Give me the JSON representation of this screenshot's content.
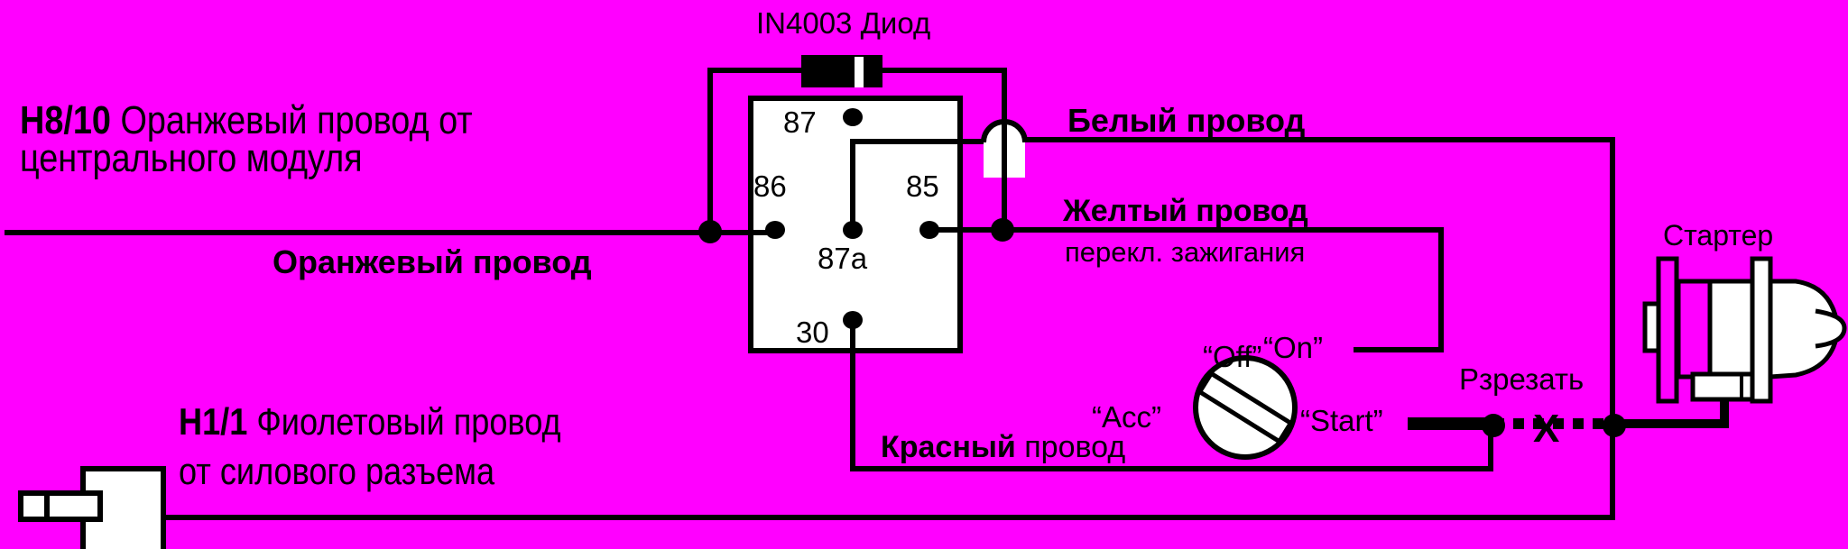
{
  "colors": {
    "background": "#ff00ff",
    "ink": "#000000",
    "component_fill": "#ffffff"
  },
  "labels": {
    "diode": "IN4003 Диод",
    "orange_wire_source_code": "H8/10",
    "orange_wire_source_line1": "Оранжевый провод от",
    "orange_wire_source_line2": "центрального модуля",
    "orange_wire": "Оранжевый провод",
    "white_wire": "Белый провод",
    "yellow_wire": "Желтый провод",
    "yellow_wire_sub": "перекл. зажигания",
    "starter": "Стартер",
    "cut": "Рзрезать",
    "cut_mark": "X",
    "red_wire_bold": "Красный",
    "red_wire_rest": "провод",
    "violet_wire_code": "H1/1",
    "violet_wire_line1": "Фиолетовый провод",
    "violet_wire_line2": "от силового разъема"
  },
  "relay": {
    "pins": {
      "p87": "87",
      "p86": "86",
      "p85": "85",
      "p87a": "87a",
      "p30": "30"
    }
  },
  "ignition_switch": {
    "positions": {
      "off": "“Off”",
      "on": "“On”",
      "acc": "“Acc”",
      "start": "“Start”"
    }
  },
  "icons": [
    "diode-icon",
    "relay-icon",
    "ignition-switch-icon",
    "starter-motor-icon",
    "power-connector-icon",
    "wire-crossover-icon",
    "junction-dot-icon",
    "cut-mark-icon"
  ]
}
